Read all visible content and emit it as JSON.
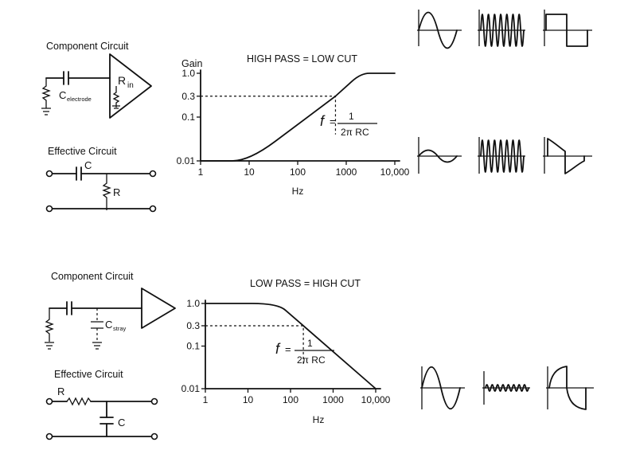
{
  "high_pass": {
    "component_label": "Component Circuit",
    "effective_label": "Effective Circuit",
    "rin_label": "R",
    "rin_sub": "in",
    "cap_label": "C",
    "cap_sub": "electrode",
    "c_label": "C",
    "r_label": "R",
    "gain_label": "Gain",
    "title": "HIGH PASS = LOW CUT",
    "y_ticks": [
      "1.0",
      "0.3",
      "0.1",
      "0.01"
    ],
    "x_ticks": [
      "1",
      "10",
      "100",
      "1000",
      "10,000"
    ],
    "x_label": "Hz",
    "formula_f": "f",
    "formula_num": "1",
    "formula_den": "2π RC"
  },
  "low_pass": {
    "component_label": "Component Circuit",
    "effective_label": "Effective Circuit",
    "cap_label": "C",
    "cap_sub": "stray",
    "c_label": "C",
    "r_label": "R",
    "title": "LOW PASS = HIGH CUT",
    "y_ticks": [
      "1.0",
      "0.3",
      "0.1",
      "0.01"
    ],
    "x_ticks": [
      "1",
      "10",
      "100",
      "1000",
      "10,000"
    ],
    "x_label": "Hz",
    "formula_f": "f",
    "formula_num": "1",
    "formula_den": "2π RC"
  },
  "chart_data": [
    {
      "type": "line",
      "title": "HIGH PASS = LOW CUT",
      "xlabel": "Hz",
      "ylabel": "Gain",
      "x_scale": "log",
      "y_scale": "log",
      "xlim": [
        1,
        10000
      ],
      "ylim": [
        0.01,
        1.0
      ],
      "series": [
        {
          "x": [
            1,
            10,
            600,
            2000,
            10000
          ],
          "y": [
            0.01,
            0.01,
            0.3,
            1.0,
            1.0
          ]
        }
      ],
      "annotations": [
        "f = 1 / 2π RC"
      ]
    },
    {
      "type": "line",
      "title": "LOW PASS = HIGH CUT",
      "xlabel": "Hz",
      "x_scale": "log",
      "y_scale": "log",
      "xlim": [
        1,
        10000
      ],
      "ylim": [
        0.01,
        1.0
      ],
      "series": [
        {
          "x": [
            1,
            50,
            200,
            10000
          ],
          "y": [
            1.0,
            1.0,
            0.3,
            0.01
          ]
        }
      ],
      "annotations": [
        "f = 1 / 2π RC"
      ]
    }
  ]
}
